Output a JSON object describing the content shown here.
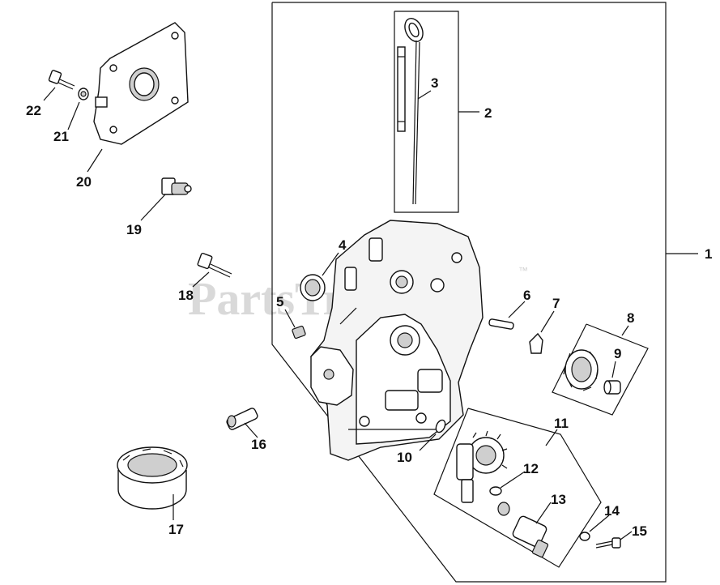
{
  "watermark": {
    "text": "PartsTree",
    "trademark": "™"
  },
  "callouts": {
    "c1": "1",
    "c2": "2",
    "c3": "3",
    "c4": "4",
    "c5": "5",
    "c6": "6",
    "c7": "7",
    "c8": "8",
    "c9": "9",
    "c10": "10",
    "c11": "11",
    "c12": "12",
    "c13": "13",
    "c14": "14",
    "c15": "15",
    "c16": "16",
    "c17": "17",
    "c18": "18",
    "c19": "19",
    "c20": "20",
    "c21": "21",
    "c22": "22"
  }
}
